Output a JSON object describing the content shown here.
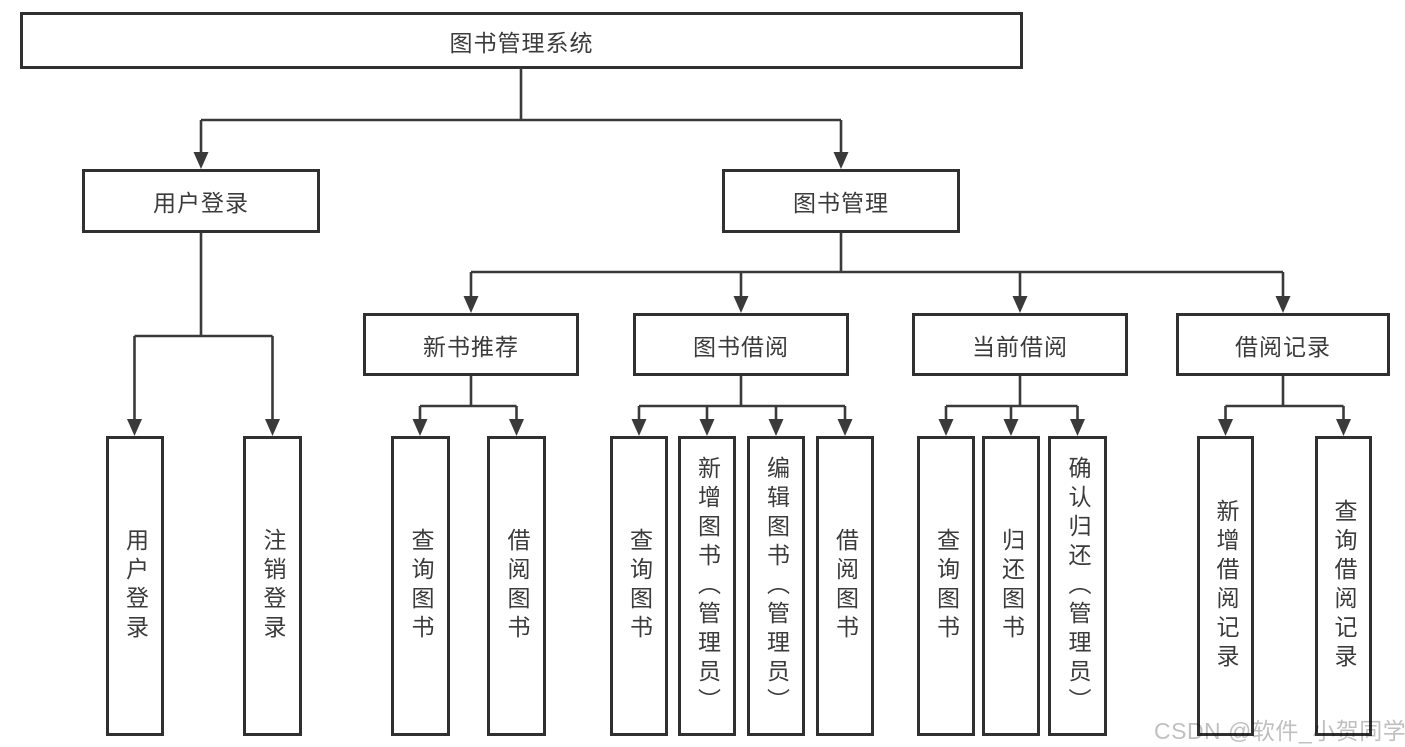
{
  "diagram": {
    "line_color": "#3a3a3a",
    "border_color": "#303030",
    "text_color": "#3b3b3b",
    "tree": {
      "label": "图书管理系统",
      "children": [
        {
          "label": "用户登录",
          "children": [
            {
              "label": "用户登录"
            },
            {
              "label": "注销登录"
            }
          ]
        },
        {
          "label": "图书管理",
          "children": [
            {
              "label": "新书推荐",
              "children": [
                {
                  "label": "查询图书"
                },
                {
                  "label": "借阅图书"
                }
              ]
            },
            {
              "label": "图书借阅",
              "children": [
                {
                  "label": "查询图书"
                },
                {
                  "label": "新增图书（管理员）"
                },
                {
                  "label": "编辑图书（管理员）"
                },
                {
                  "label": "借阅图书"
                }
              ]
            },
            {
              "label": "当前借阅",
              "children": [
                {
                  "label": "查询图书"
                },
                {
                  "label": "归还图书"
                },
                {
                  "label": "确认归还（管理员）"
                }
              ]
            },
            {
              "label": "借阅记录",
              "children": [
                {
                  "label": "新增借阅记录"
                },
                {
                  "label": "查询借阅记录"
                }
              ]
            }
          ]
        }
      ]
    }
  },
  "watermark": {
    "text": "CSDN @软件_小贺同学",
    "color": "#c0c0c0"
  }
}
